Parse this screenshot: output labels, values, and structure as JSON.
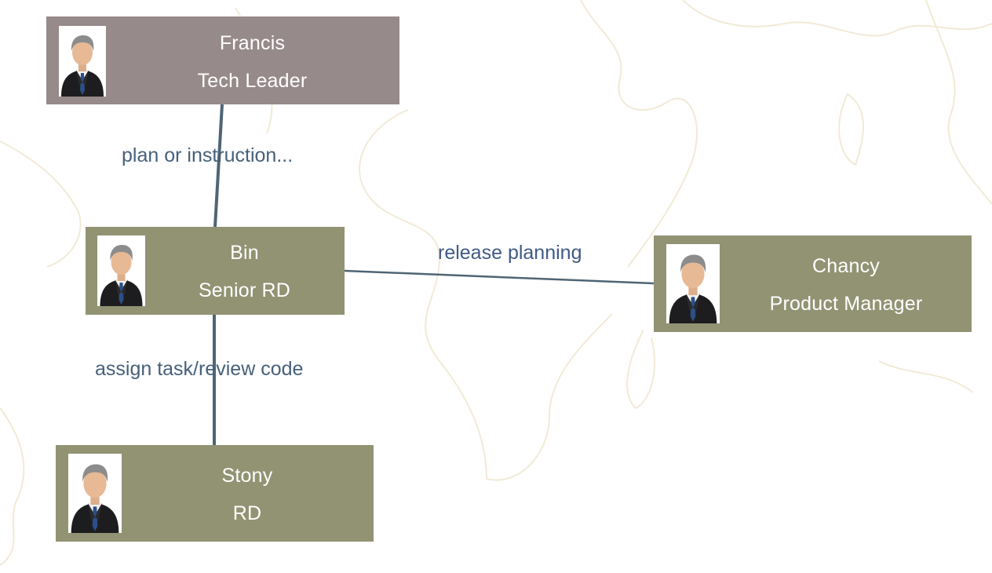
{
  "colors": {
    "leader_fill": "#978a8b",
    "member_fill": "#919373",
    "node_text": "#ffffff",
    "edge_stroke": "#4f6575",
    "edge_label": "#46607a",
    "edge_label_alt": "#3f5a86",
    "map_outline": "#f2ead6"
  },
  "nodes": {
    "francis": {
      "name": "Francis",
      "role": "Tech Leader",
      "icon": "businessman-avatar-icon"
    },
    "bin": {
      "name": "Bin",
      "role": "Senior RD",
      "icon": "businessman-avatar-icon"
    },
    "chancy": {
      "name": "Chancy",
      "role": "Product Manager",
      "icon": "businessman-avatar-icon"
    },
    "stony": {
      "name": "Stony",
      "role": "RD",
      "icon": "businessman-avatar-icon"
    }
  },
  "edges": {
    "francis_bin": {
      "label": "plan or instruction..."
    },
    "bin_chancy": {
      "label": "release planning"
    },
    "bin_stony": {
      "label": "assign task/review code"
    }
  }
}
